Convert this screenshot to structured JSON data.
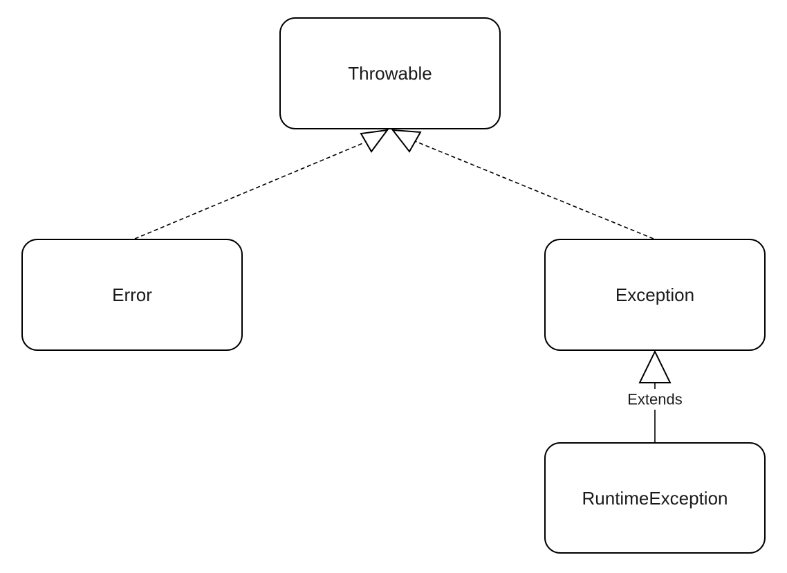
{
  "diagram": {
    "nodes": {
      "throwable": {
        "label": "Throwable"
      },
      "error": {
        "label": "Error"
      },
      "exception": {
        "label": "Exception"
      },
      "runtime_exception": {
        "label": "RuntimeException"
      }
    },
    "edges": {
      "error_to_throwable": {
        "style": "dashed",
        "arrow": "hollow-triangle"
      },
      "exception_to_throwable": {
        "style": "dashed",
        "arrow": "hollow-triangle"
      },
      "runtime_exception_to_exception": {
        "style": "solid",
        "arrow": "hollow-triangle",
        "label": "Extends"
      }
    },
    "colors": {
      "stroke": "#000000",
      "fill": "#ffffff",
      "text": "#1a1a1a"
    }
  }
}
